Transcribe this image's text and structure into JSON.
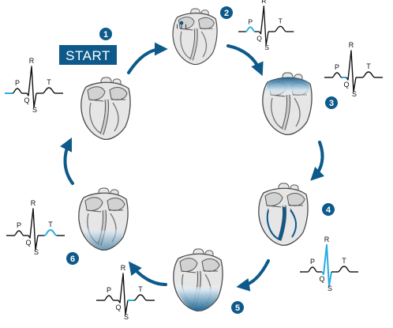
{
  "start_label": "START",
  "colors": {
    "accent": "#0d5a8a",
    "highlight": "#29abe2",
    "trace": "#111111",
    "heart_fill": "#e6e6e6",
    "heart_dark": "#7a7a7a",
    "shade_light": "#cfe3f1"
  },
  "waves": {
    "P": "P",
    "Q": "Q",
    "R": "R",
    "S": "S",
    "T": "T"
  },
  "steps": [
    {
      "number": "1",
      "highlight": "tp"
    },
    {
      "number": "2",
      "highlight": "p"
    },
    {
      "number": "3",
      "highlight": "pr"
    },
    {
      "number": "4",
      "highlight": "qrs"
    },
    {
      "number": "5",
      "highlight": "st"
    },
    {
      "number": "6",
      "highlight": "t"
    }
  ]
}
